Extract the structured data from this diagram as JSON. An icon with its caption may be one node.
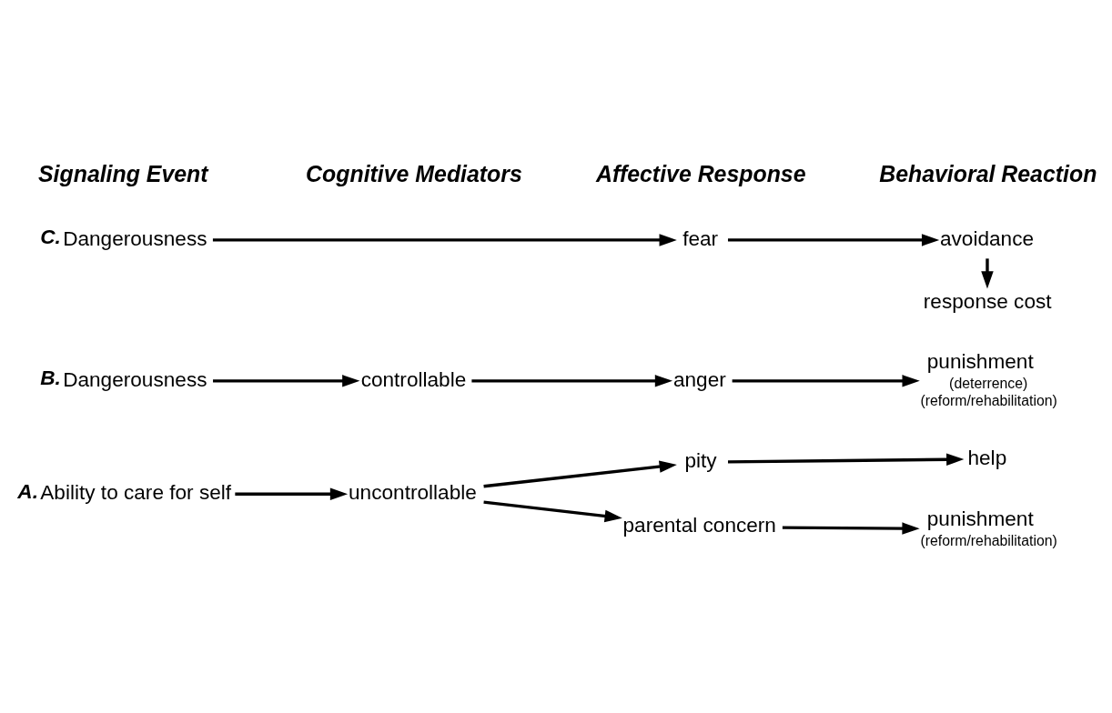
{
  "diagram": {
    "nodes": [
      {
        "text": [
          "A.",
          "Ability to care for self"
        ]
      },
      {
        "text": [
          "uncontrollable"
        ]
      },
      {
        "text": [
          "pity"
        ]
      },
      {
        "text": [
          "help"
        ]
      },
      {
        "text": [
          "parental concern"
        ]
      },
      {
        "text": [
          "punishment"
        ],
        "beside": [
          "(reform/rehabilitation)"
        ]
      },
      {
        "text": [
          "B.",
          "Dangerousness"
        ]
      },
      {
        "text": [
          "controllable"
        ]
      },
      {
        "text": [
          "anger"
        ]
      },
      {
        "text": [
          "punishment"
        ],
        "beside": [
          "(deterrence)",
          "(reform/rehabilitation)"
        ]
      },
      {
        "text": [
          "C.",
          "Dangerousness"
        ]
      },
      {
        "text": [
          "fear"
        ]
      },
      {
        "text": [
          "avoidance"
        ]
      },
      {
        "text": [
          "response cost"
        ]
      }
    ],
    "edges": [
      {
        "from": 0,
        "to": 1,
        "arrow": "to"
      },
      {
        "from": 1,
        "to": 2,
        "arrow": "to"
      },
      {
        "from": 2,
        "to": 3,
        "arrow": "to"
      },
      {
        "from": 1,
        "to": 4,
        "arrow": "to"
      },
      {
        "from": 4,
        "to": 5,
        "arrow": "to"
      },
      {
        "from": 6,
        "to": 7,
        "arrow": "to"
      },
      {
        "from": 7,
        "to": 8,
        "arrow": "to"
      },
      {
        "from": 8,
        "to": 9,
        "arrow": "to"
      },
      {
        "from": 10,
        "to": 11,
        "arrow": "to"
      },
      {
        "from": 11,
        "to": 12,
        "arrow": "to"
      },
      {
        "from": 12,
        "to": 13,
        "arrow": "to"
      }
    ],
    "labels": [
      "Signaling Event",
      "Cognitive Mediators",
      "Affective Response",
      "Behavioral Reaction"
    ]
  }
}
